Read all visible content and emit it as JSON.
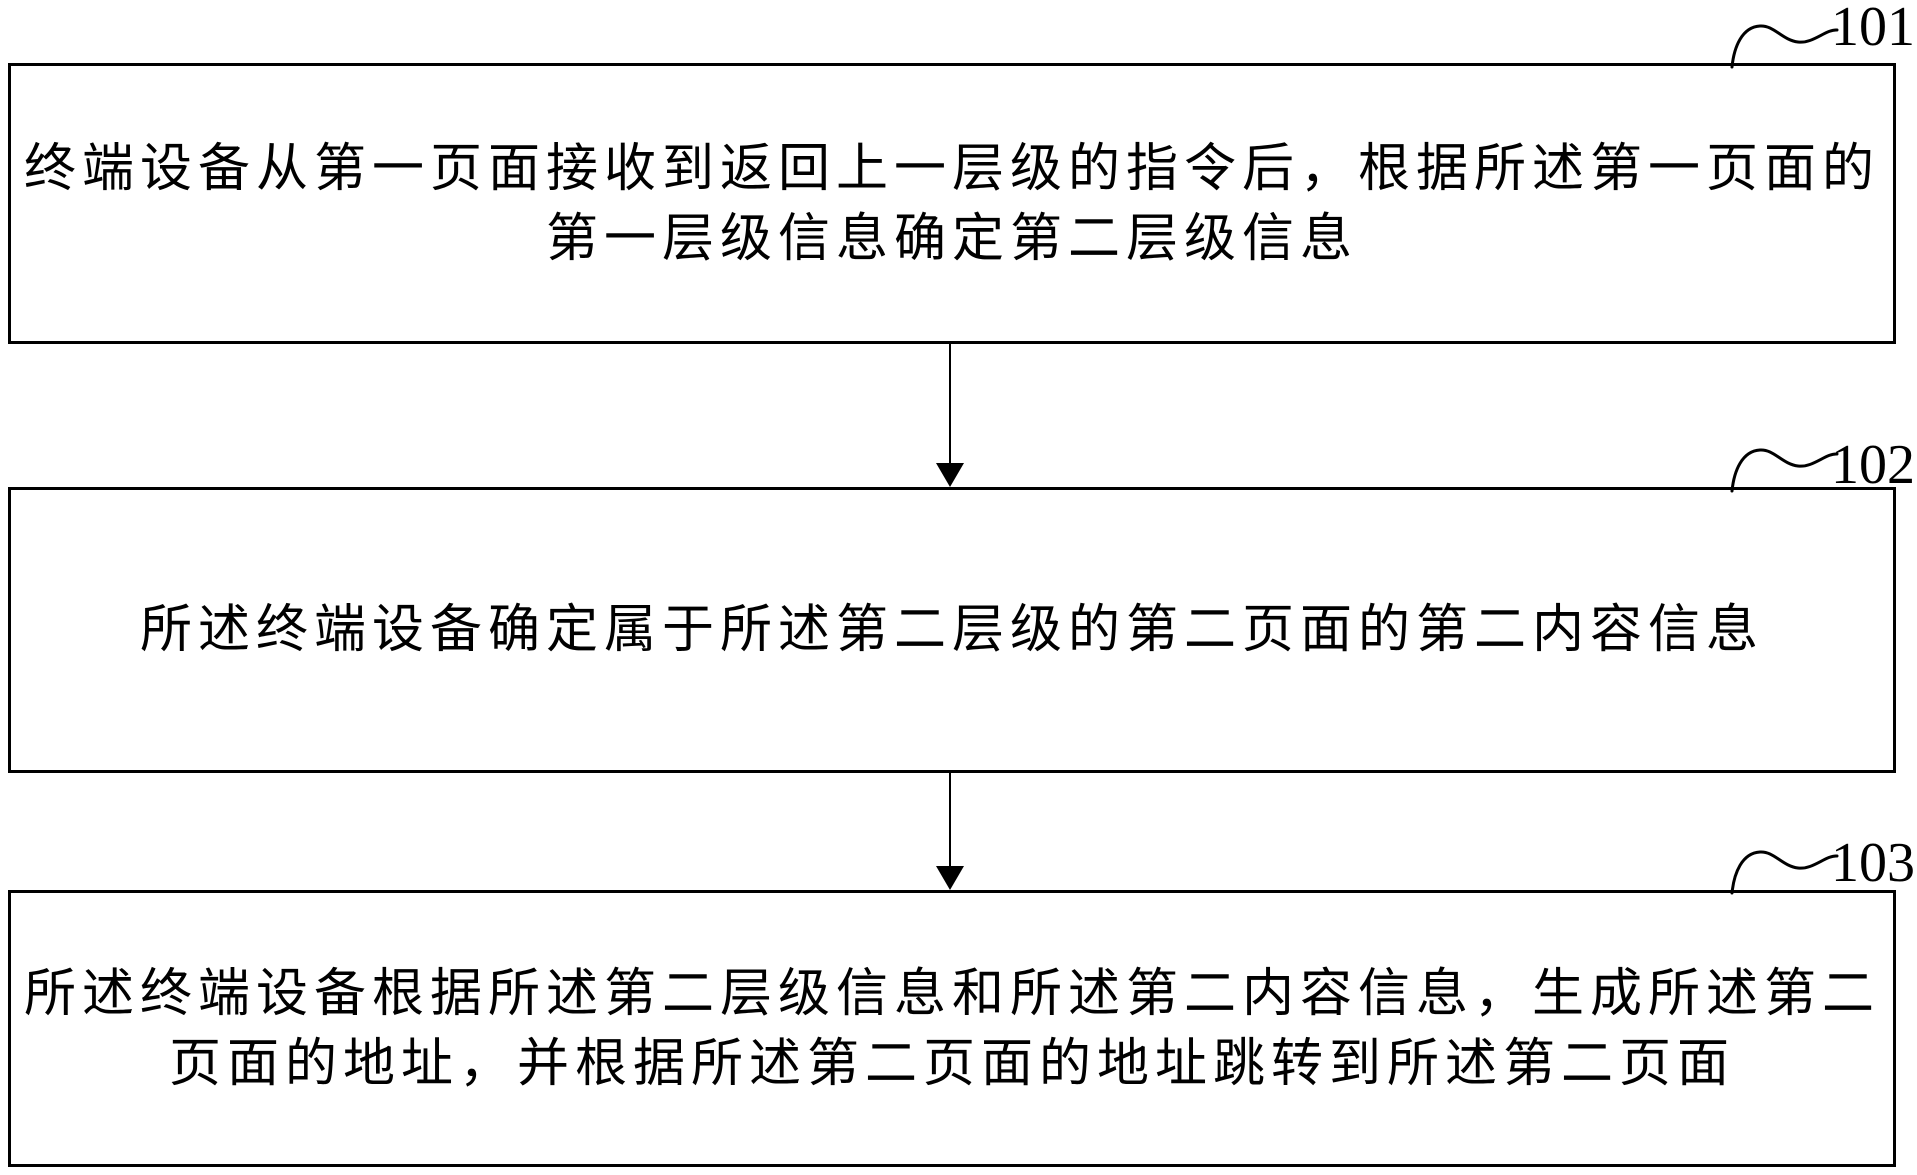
{
  "figure": {
    "type": "flowchart",
    "steps": [
      {
        "ref": "101",
        "lines": [
          "终端设备从第一页面接收到返回上一层级的指令后，根据所述第一页面的",
          "第一层级信息确定第二层级信息"
        ]
      },
      {
        "ref": "102",
        "lines": [
          "所述终端设备确定属于所述第二层级的第二页面的第二内容信息"
        ]
      },
      {
        "ref": "103",
        "lines": [
          "所述终端设备根据所述第二层级信息和所述第二内容信息，生成所述第二",
          "页面的地址，并根据所述第二页面的地址跳转到所述第二页面"
        ]
      }
    ],
    "connectors": [
      {
        "from": "101",
        "to": "102",
        "direction": "down"
      },
      {
        "from": "102",
        "to": "103",
        "direction": "down"
      }
    ],
    "colors": {
      "line": "#000000",
      "text": "#000000",
      "background": "#ffffff"
    }
  }
}
